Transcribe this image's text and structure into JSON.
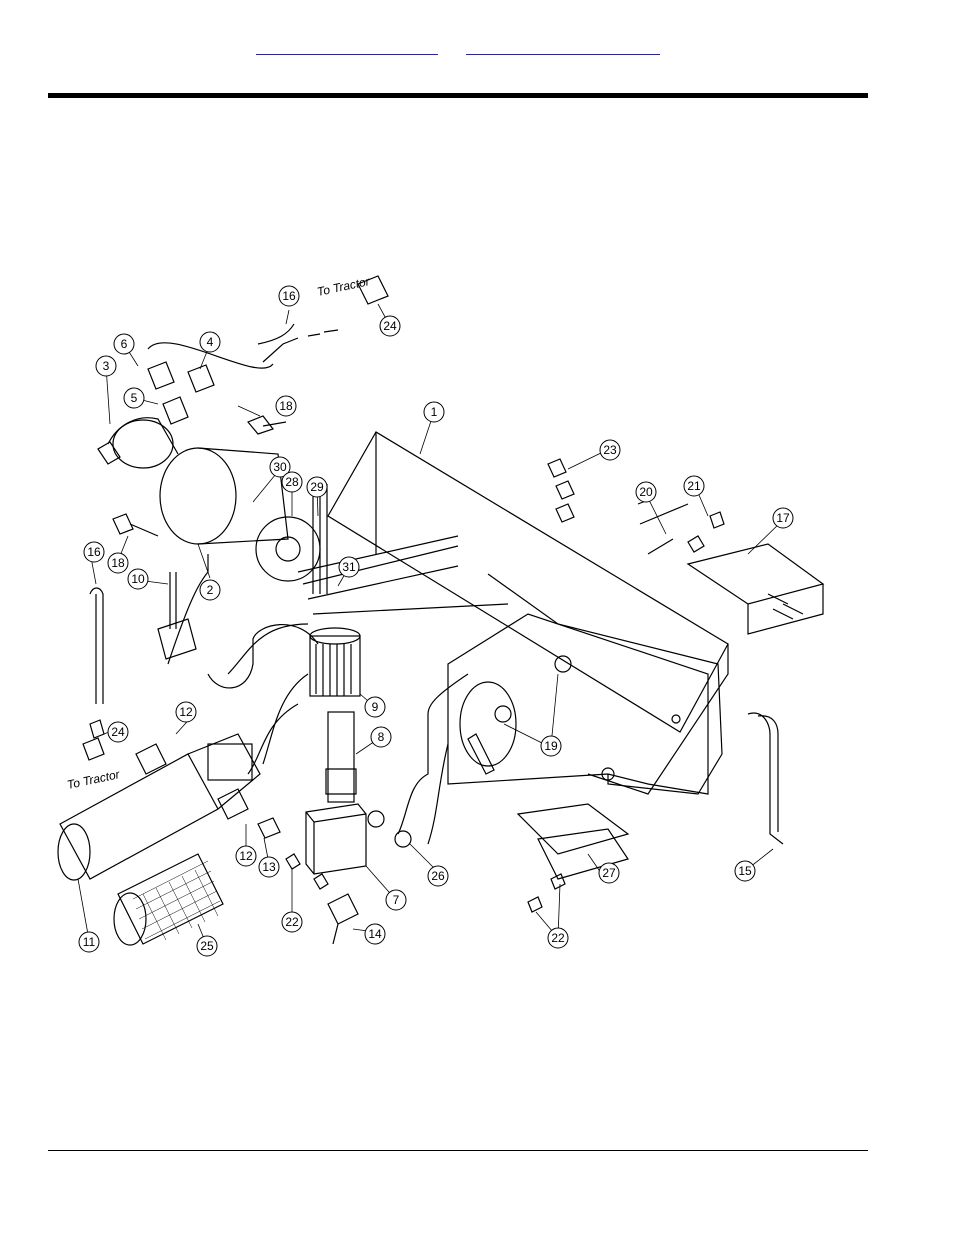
{
  "header": {
    "links": [
      "",
      ""
    ]
  },
  "diagram": {
    "to_tractor_labels": [
      "To Tractor",
      "To Tractor"
    ],
    "callouts": [
      "1",
      "2",
      "3",
      "4",
      "5",
      "6",
      "7",
      "8",
      "9",
      "10",
      "11",
      "12",
      "12",
      "13",
      "14",
      "15",
      "16",
      "16",
      "17",
      "18",
      "18",
      "19",
      "20",
      "21",
      "22",
      "22",
      "23",
      "24",
      "24",
      "25",
      "26",
      "27",
      "28",
      "29",
      "30",
      "31"
    ]
  },
  "colors": {
    "link": "#1a1aee",
    "ink": "#000000"
  }
}
